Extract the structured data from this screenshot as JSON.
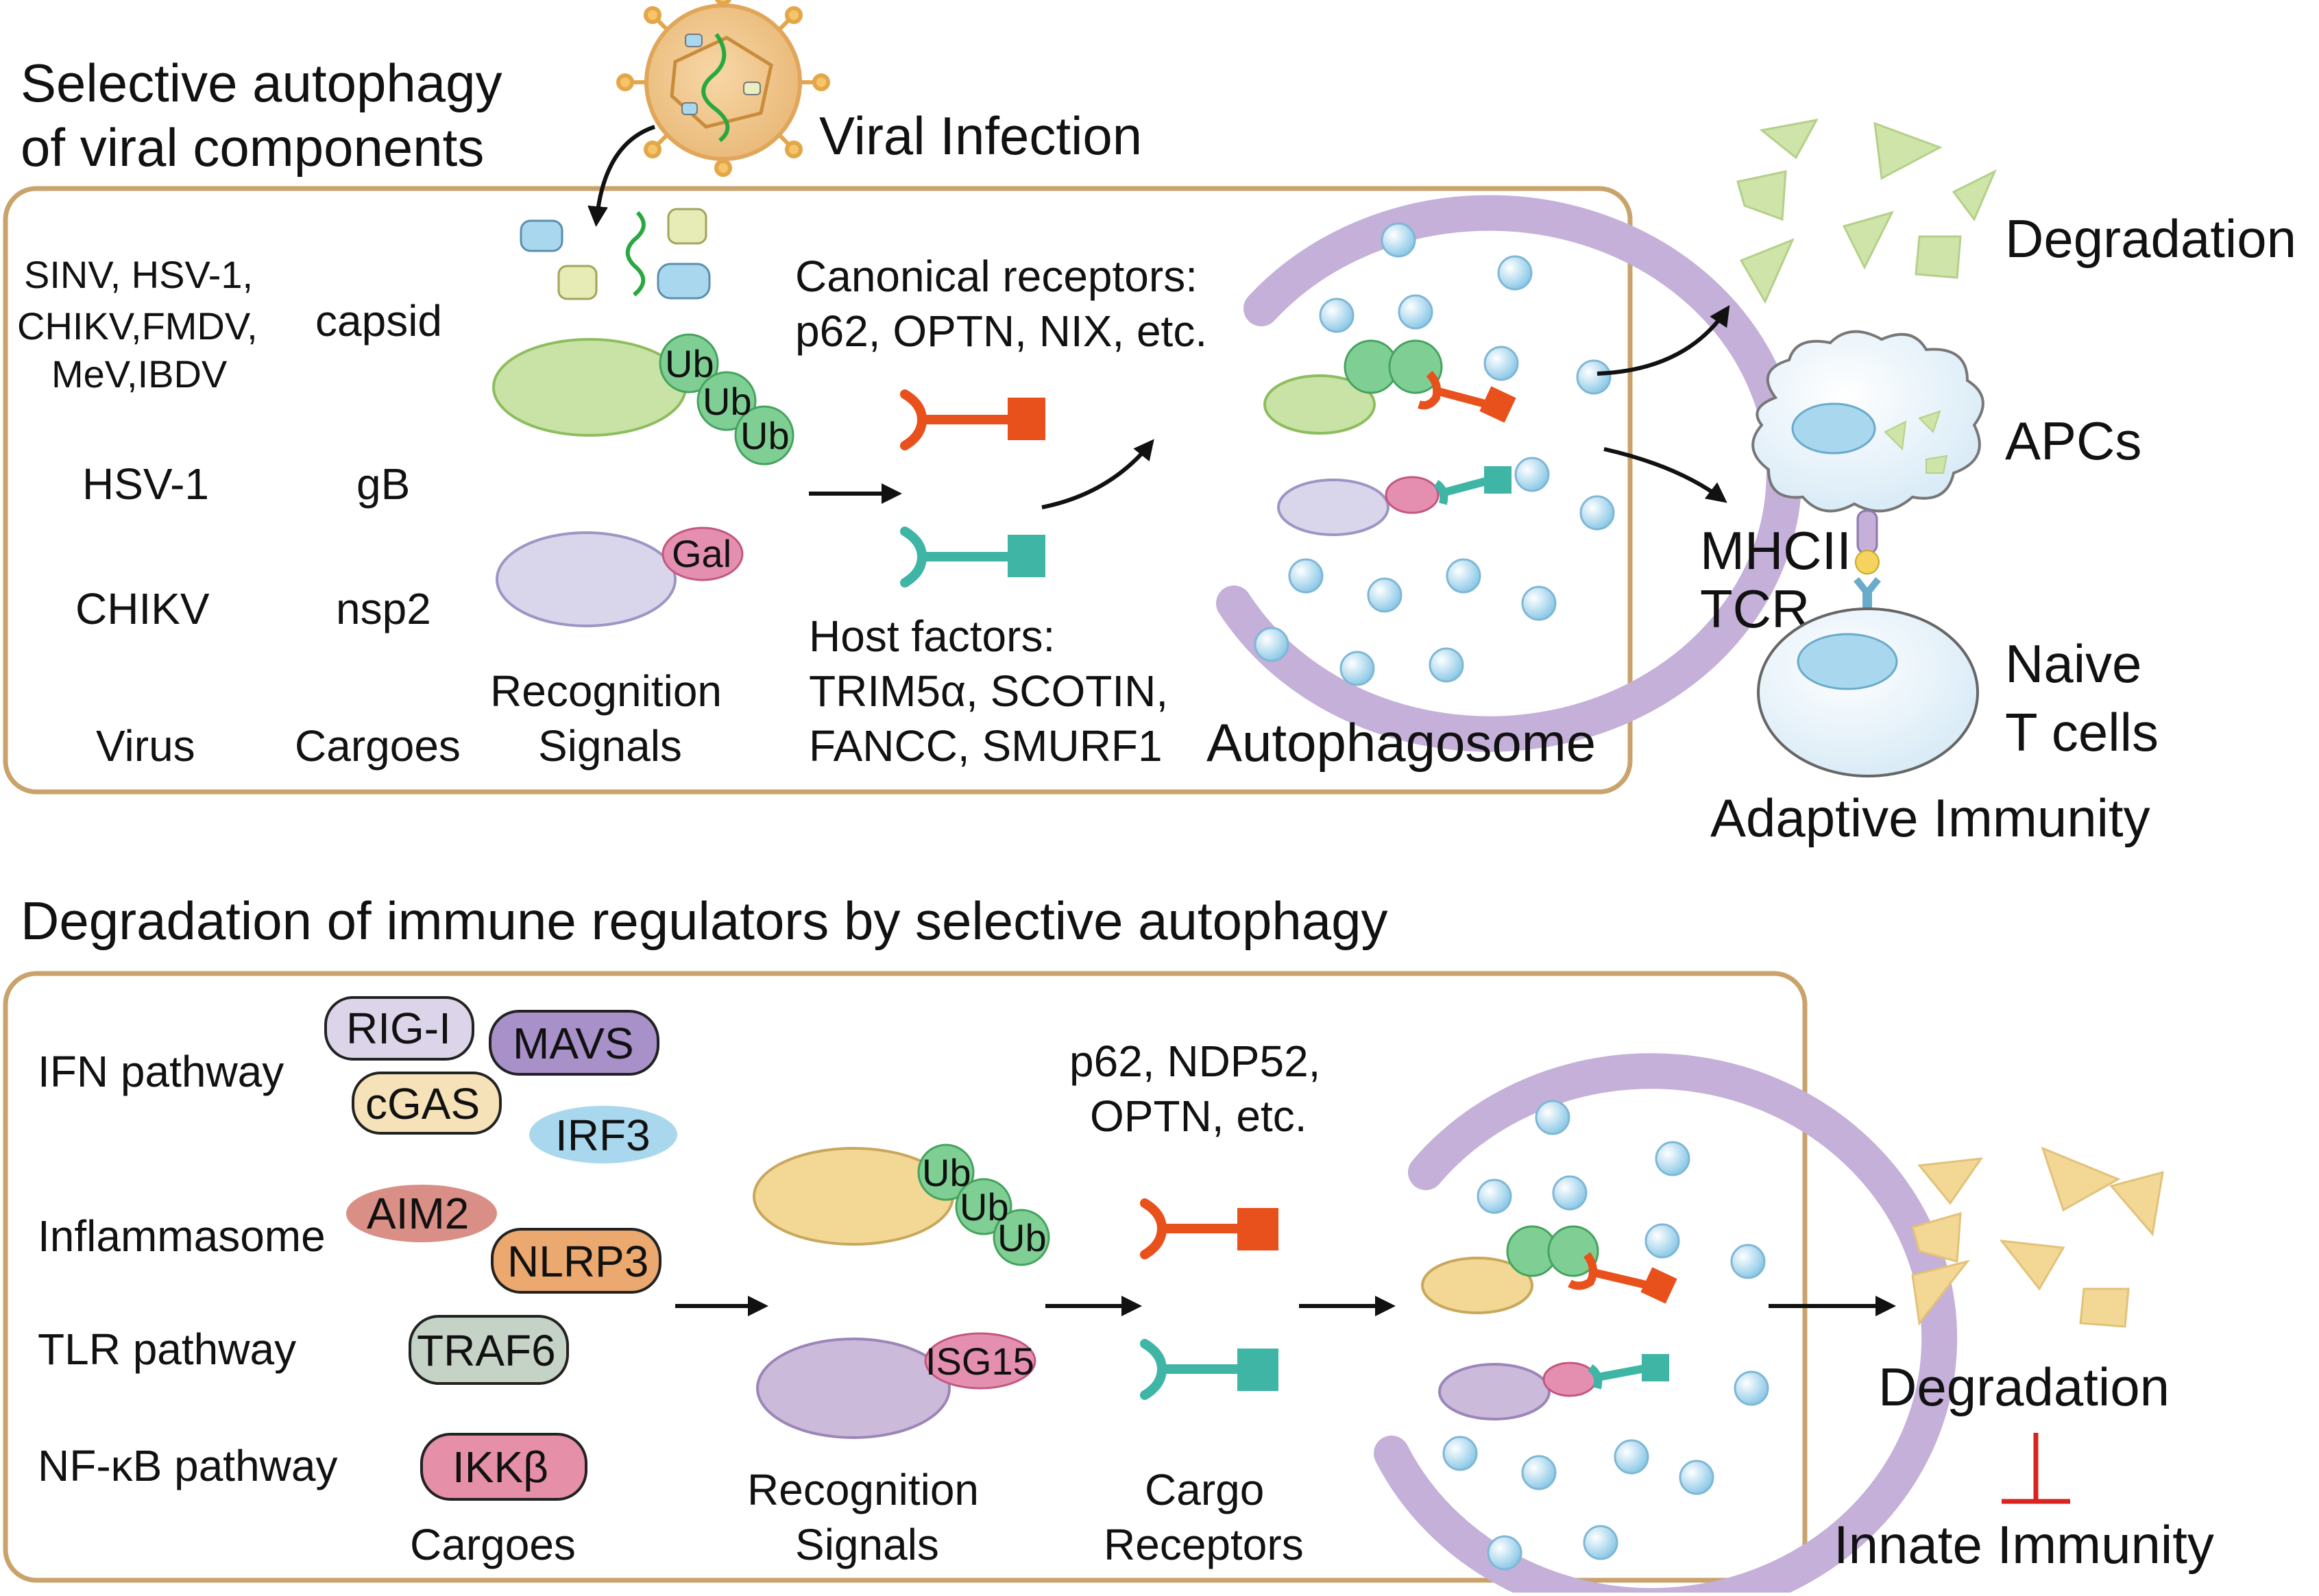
{
  "top": {
    "title_line1": "Selective autophagy",
    "title_line2": "of viral components",
    "viral_infection": "Viral Infection",
    "viruses": [
      "SINV, HSV-1,",
      "CHIKV,FMDV,",
      "MeV,IBDV",
      "HSV-1",
      "CHIKV"
    ],
    "cargoes": [
      "capsid",
      "gB",
      "nsp2"
    ],
    "col_virus": "Virus",
    "col_cargoes": "Cargoes",
    "col_recognition_1": "Recognition",
    "col_recognition_2": "Signals",
    "ub": "Ub",
    "gal": "Gal",
    "canonical_1": "Canonical receptors:",
    "canonical_2": "p62, OPTN, NIX, etc.",
    "host_1": "Host factors:",
    "host_2": "TRIM5α, SCOTIN,",
    "host_3": "FANCC, SMURF1",
    "autophagosome": "Autophagosome",
    "degradation": "Degradation",
    "apcs": "APCs",
    "mhcii": "MHCII",
    "tcr": "TCR",
    "naive_1": "Naive",
    "naive_2": "T cells",
    "adaptive": "Adaptive Immunity"
  },
  "bottom": {
    "title": "Degradation of immune regulators by selective autophagy",
    "pathways": [
      "IFN pathway",
      "Inflammasome",
      "TLR pathway",
      "NF-κB pathway"
    ],
    "proteins": {
      "rigi": "RIG-I",
      "mavs": "MAVS",
      "cgas": "cGAS",
      "irf3": "IRF3",
      "aim2": "AIM2",
      "nlrp3": "NLRP3",
      "traf6": "TRAF6",
      "ikkb": "IKKβ"
    },
    "cargoes": "Cargoes",
    "ub": "Ub",
    "isg15": "ISG15",
    "recognition_1": "Recognition",
    "recognition_2": "Signals",
    "receptors_1": "p62, NDP52,",
    "receptors_2": "OPTN, etc.",
    "cargo_receptors_1": "Cargo",
    "cargo_receptors_2": "Receptors",
    "degradation": "Degradation",
    "innate": "Innate Immunity"
  },
  "colors": {
    "panel_border": "#c9a36b",
    "phagophore": "#c4b0d8",
    "vesicle": "#a9d8ee",
    "ub_green": "#7fcf94",
    "cargo_green": "#c9e3a6",
    "cargo_lavender": "#d9d6ec",
    "gal_pink": "#e58fb0",
    "receptor_orange": "#e8501c",
    "receptor_teal": "#3fb5a5",
    "fragment_green": "#cfe4a8",
    "fragment_yellow": "#f2d894",
    "inhibit_red": "#d8231f"
  }
}
